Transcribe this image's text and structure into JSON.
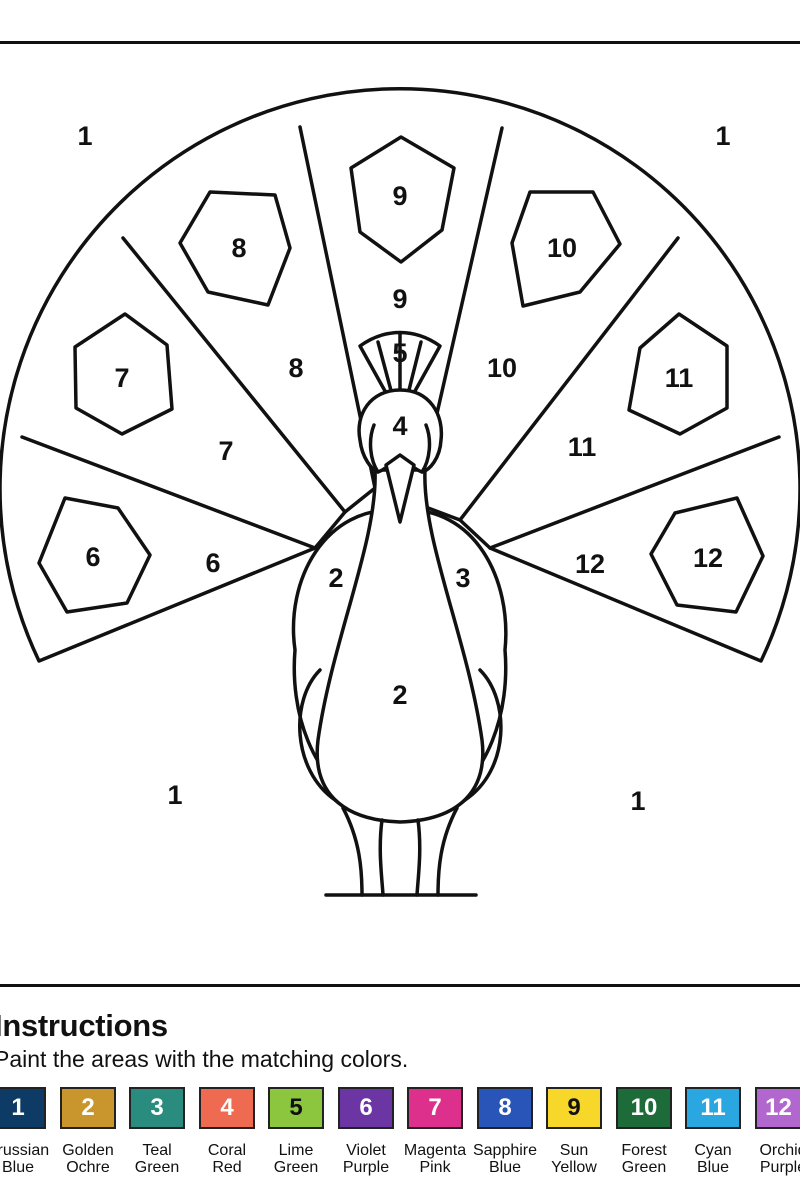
{
  "region_numbers": {
    "bg_top_left": "1",
    "bg_top_right": "1",
    "bg_bottom_left": "1",
    "bg_bottom_right": "1",
    "eye6": "6",
    "fan6": "6",
    "eye7": "7",
    "fan7": "7",
    "eye8": "8",
    "fan8": "8",
    "eye9": "9",
    "fan9": "9",
    "eye10": "10",
    "fan10": "10",
    "eye11": "11",
    "fan11": "11",
    "eye12": "12",
    "fan12": "12",
    "crest": "5",
    "head": "4",
    "wing_left": "2",
    "wing_right": "3",
    "body": "2"
  },
  "instructions": {
    "title": "Instructions",
    "text": "Paint the areas with the matching colors."
  },
  "palette": [
    {
      "number": "1",
      "name_line1": "Prussian",
      "name_line2": "Blue",
      "color": "#0d3b66"
    },
    {
      "number": "2",
      "name_line1": "Golden",
      "name_line2": "Ochre",
      "color": "#c9962e"
    },
    {
      "number": "3",
      "name_line1": "Teal",
      "name_line2": "Green",
      "color": "#2a8c7e"
    },
    {
      "number": "4",
      "name_line1": "Coral",
      "name_line2": "Red",
      "color": "#ee6b52"
    },
    {
      "number": "5",
      "name_line1": "Lime",
      "name_line2": "Green",
      "color": "#8cc63f"
    },
    {
      "number": "6",
      "name_line1": "Violet",
      "name_line2": "Purple",
      "color": "#6b35a3"
    },
    {
      "number": "7",
      "name_line1": "Magenta",
      "name_line2": "Pink",
      "color": "#dd2f8c"
    },
    {
      "number": "8",
      "name_line1": "Sapphire",
      "name_line2": "Blue",
      "color": "#2a55b8"
    },
    {
      "number": "9",
      "name_line1": "Sun",
      "name_line2": "Yellow",
      "color": "#f7d72a"
    },
    {
      "number": "10",
      "name_line1": "Forest",
      "name_line2": "Green",
      "color": "#1e6b3a"
    },
    {
      "number": "11",
      "name_line1": "Cyan",
      "name_line2": "Blue",
      "color": "#2aa6e0"
    },
    {
      "number": "12",
      "name_line1": "Orchid",
      "name_line2": "Purple",
      "color": "#b267cf"
    }
  ]
}
